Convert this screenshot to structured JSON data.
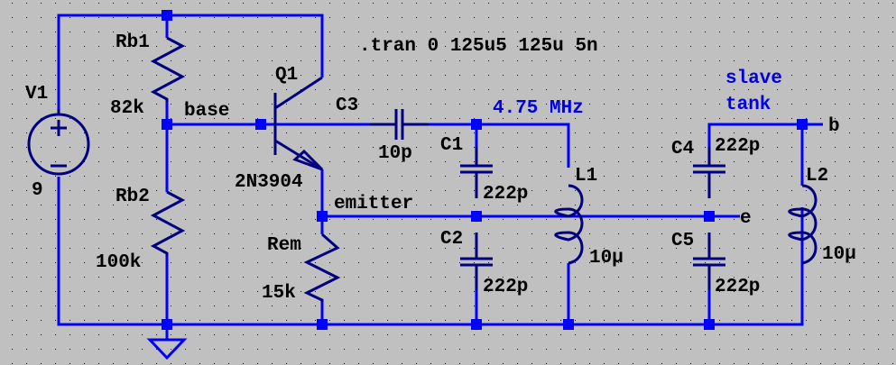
{
  "colors": {
    "background": "#c0c0c0",
    "wire": "#0000ff",
    "component": "#000080",
    "text": "#000000",
    "net_label": "#0000e0"
  },
  "directive": ".tran 0 125u5 125u 5n",
  "components": {
    "V1": {
      "name": "V1",
      "value": "9"
    },
    "Rb1": {
      "name": "Rb1",
      "value": "82k"
    },
    "Rb2": {
      "name": "Rb2",
      "value": "100k"
    },
    "Q1": {
      "name": "Q1",
      "value": "2N3904"
    },
    "Rem": {
      "name": "Rem",
      "value": "15k"
    },
    "C3": {
      "name": "C3",
      "value": "10p"
    },
    "C1": {
      "name": "C1",
      "value": "222p"
    },
    "C2": {
      "name": "C2",
      "value": "222p"
    },
    "L1": {
      "name": "L1",
      "value": "10µ"
    },
    "C4": {
      "name": "C4",
      "value": "222p"
    },
    "C5": {
      "name": "C5",
      "value": "222p"
    },
    "L2": {
      "name": "L2",
      "value": "10µ"
    }
  },
  "net_labels": {
    "base": "base",
    "emitter": "emitter",
    "b": "b",
    "e": "e"
  },
  "annotations": {
    "frequency": "4.75 MHz",
    "slave_line1": "slave",
    "slave_line2": "tank"
  }
}
